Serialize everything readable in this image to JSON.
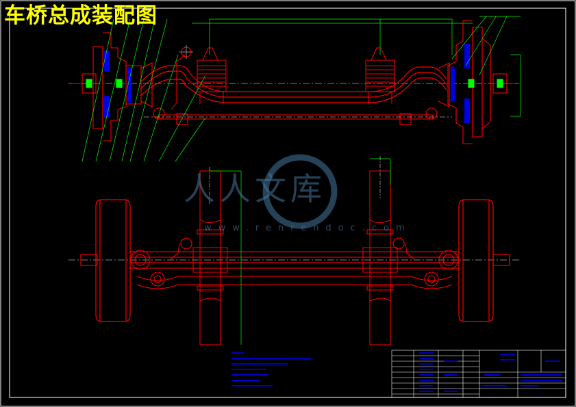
{
  "title": "车桥总成装配图",
  "watermark": {
    "name": "人人文库",
    "url": "www.renrendoc.com"
  },
  "colors": {
    "background": "#000000",
    "frame": "#ffffff",
    "part_outline": "#ff0000",
    "dimension": "#00ff00",
    "leader": "#00ff00",
    "section_fill": "#0000ff",
    "centerline": "#ffffff",
    "title": "#ffff00",
    "watermark": "#4678a0"
  },
  "views": [
    {
      "name": "front-section-view"
    },
    {
      "name": "top-view"
    }
  ]
}
